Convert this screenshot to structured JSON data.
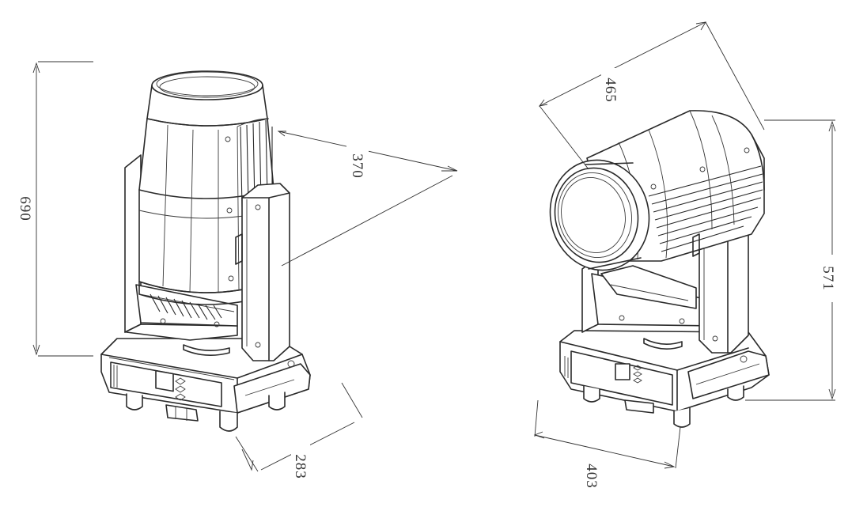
{
  "front_view": {
    "dimensions": {
      "height": "690",
      "depth": "370",
      "base_width": "283"
    }
  },
  "side_view": {
    "dimensions": {
      "length": "465",
      "height": "571",
      "base_width": "403"
    }
  }
}
